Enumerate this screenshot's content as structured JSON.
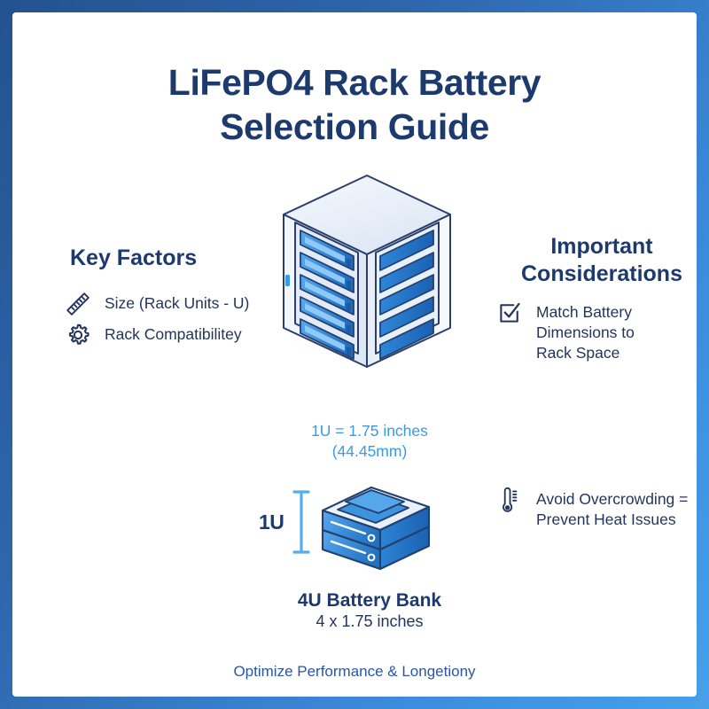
{
  "poster": {
    "title_lines": [
      "LiFePO4 Rack Battery",
      "Selection Guide"
    ],
    "footer": "Optimize Performance & Longetiony",
    "colors": {
      "frame_dark": "#23528f",
      "frame_light": "#46a0e8",
      "navy": "#1d3a6e",
      "body_text": "#23355c",
      "accent_blue": "#3b9ae8",
      "battery_blue": "#2e82d4",
      "battery_blue_dark": "#1f63b0",
      "panel_white": "#ffffff",
      "rack_shell": "#eef3fa"
    }
  },
  "key_factors": {
    "heading": "Key Factors",
    "items": [
      {
        "icon": "ruler-icon",
        "label": "Size (Rack Units - U)"
      },
      {
        "icon": "gear-icon",
        "label": "Rack Compatibilitey"
      }
    ]
  },
  "considerations": {
    "heading_lines": [
      "Important",
      "Considerations"
    ],
    "items": [
      {
        "icon": "checkbox-checked-icon",
        "lines": [
          "Match Battery",
          "Dimensions to",
          "Rack Space"
        ]
      },
      {
        "icon": "thermometer-icon",
        "lines": [
          "Avoid Overcrowding =",
          "Prevent Heat Issues"
        ]
      }
    ]
  },
  "rack": {
    "name": "server-rack-illustration",
    "front_units": 5,
    "side_units": 5
  },
  "unit_caption": {
    "lines": [
      "1U = 1.75 inches",
      "(44.45mm)"
    ]
  },
  "battery_bank": {
    "dimension_label": "1U",
    "title": "4U Battery Bank",
    "subtitle": "4 x 1.75 inches",
    "stacked_units": 2
  }
}
